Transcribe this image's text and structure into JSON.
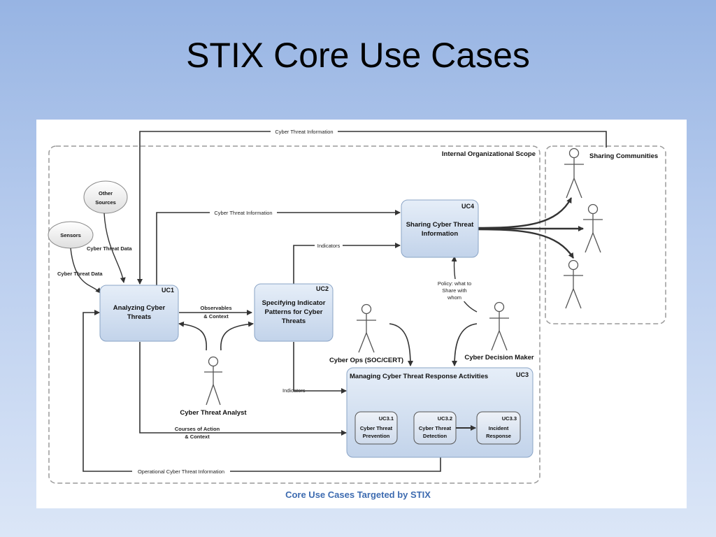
{
  "slide": {
    "title": "STIX Core Use Cases"
  },
  "diagram": {
    "caption": "Core Use Cases Targeted by STIX",
    "scopes": {
      "internal": "Internal Organizational Scope",
      "sharing": "Sharing Communities"
    },
    "sources": {
      "other_line1": "Other",
      "other_line2": "Sources",
      "sensors": "Sensors"
    },
    "use_cases": {
      "uc1": {
        "tag": "UC1",
        "line1": "Analyzing Cyber",
        "line2": "Threats"
      },
      "uc2": {
        "tag": "UC2",
        "line1": "Specifying Indicator",
        "line2": "Patterns for Cyber",
        "line3": "Threats"
      },
      "uc3": {
        "tag": "UC3",
        "title": "Managing Cyber Threat Response Activities"
      },
      "uc4": {
        "tag": "UC4",
        "line1": "Sharing Cyber Threat",
        "line2": "Information"
      },
      "uc3_1": {
        "tag": "UC3.1",
        "line1": "Cyber Threat",
        "line2": "Prevention"
      },
      "uc3_2": {
        "tag": "UC3.2",
        "line1": "Cyber Threat",
        "line2": "Detection"
      },
      "uc3_3": {
        "tag": "UC3.3",
        "line1": "Incident",
        "line2": "Response"
      }
    },
    "actors": {
      "analyst": "Cyber Threat Analyst",
      "ops": "Cyber Ops (SOC/CERT)",
      "decision": "Cyber Decision Maker"
    },
    "flows": {
      "top_cti": "Cyber Threat Information",
      "mid_cti": "Cyber Threat Information",
      "other_ctd": "Cyber Threat Data",
      "sensors_ctd": "Cyber Threat Data",
      "obs_line1": "Observables",
      "obs_line2": "& Context",
      "indicators_top": "Indicators",
      "indicators_bottom": "Indicators",
      "coa_line1": "Courses of Action",
      "coa_line2": "& Context",
      "operational": "Operational Cyber Threat Information",
      "policy_line1": "Policy: what to",
      "policy_line2": "Share with",
      "policy_line3": "whom"
    }
  }
}
